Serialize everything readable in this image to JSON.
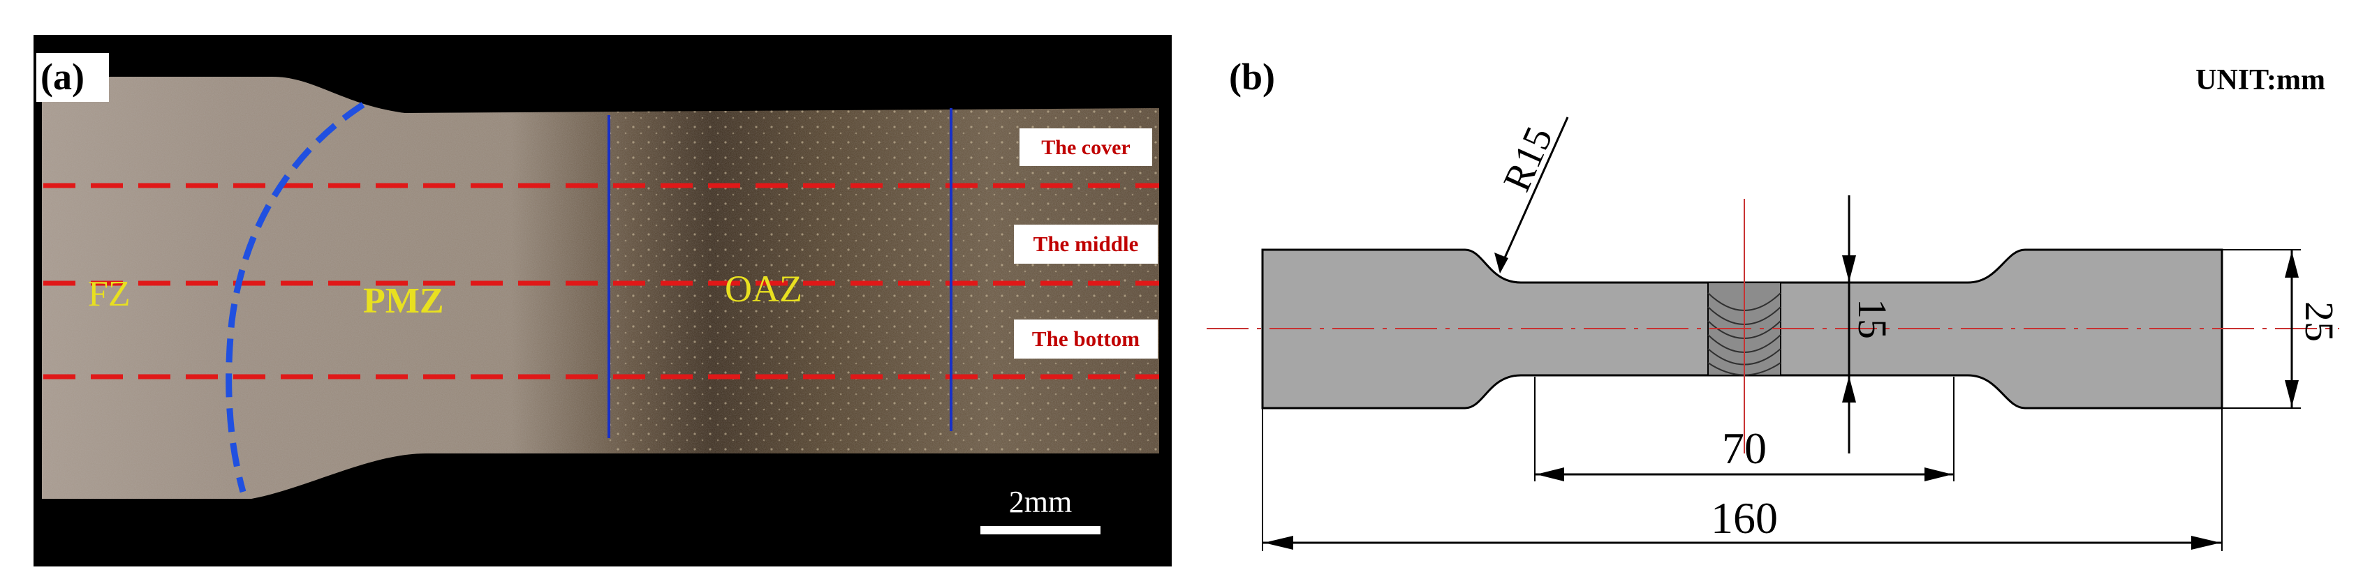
{
  "panel_a": {
    "label": "(a)",
    "zones": {
      "fz": "FZ",
      "pmz": "PMZ",
      "oaz": "OAZ"
    },
    "layers": {
      "cover": "The cover",
      "middle": "The middle",
      "bottom": "The bottom"
    },
    "scale_bar": "2mm",
    "colors": {
      "zone_text": "#e8e020",
      "layer_line": "#e01818",
      "fusion_boundary": "#2050e0",
      "zone_boundary": "#1830c8",
      "layer_label": "#c00000"
    }
  },
  "panel_b": {
    "label": "(b)",
    "unit": "UNIT:mm",
    "dimensions": {
      "radius": "R15",
      "gauge_width": "15",
      "gauge_length": "70",
      "total_length": "160",
      "grip_width": "25"
    },
    "colors": {
      "specimen_fill": "#a6a6a6",
      "centerline": "#c83232"
    }
  }
}
